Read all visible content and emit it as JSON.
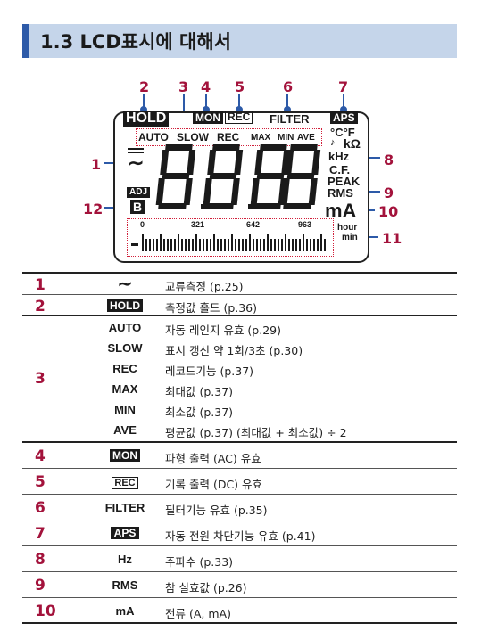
{
  "header": {
    "title": "1.3  LCD표시에 대해서"
  },
  "lcd": {
    "callouts": [
      "1",
      "2",
      "3",
      "4",
      "5",
      "6",
      "7",
      "8",
      "9",
      "10",
      "11",
      "12"
    ],
    "hold": "HOLD",
    "mon": "MON",
    "rec_box": "REC",
    "filter": "FILTER",
    "aps": "APS",
    "auto": "AUTO",
    "slow": "SLOW",
    "rec": "REC",
    "max": "MAX",
    "min": "MIN",
    "ave": "AVE",
    "temp": "°C°F",
    "kohm": "kΩ",
    "khz": "kHz",
    "cf": "C.F.",
    "peak": "PEAK",
    "rms": "RMS",
    "ma": "mA",
    "adj": "ADJ",
    "b": "B",
    "digits": "8.8.8.8",
    "scale": [
      "0",
      "321",
      "642",
      "963"
    ],
    "hour": "hour",
    "min_unit": "min",
    "ac_symbol": "∼"
  },
  "table": {
    "rows": [
      {
        "num": "1",
        "symbol": "∼",
        "desc": "교류측정 (p.25)"
      },
      {
        "num": "2",
        "symbol": "HOLD",
        "desc": "측정값 홀드 (p.36)"
      },
      {
        "num": "3",
        "symbol": "AUTO",
        "desc": "자동 레인지 유효 (p.29)"
      },
      {
        "num": "",
        "symbol": "SLOW",
        "desc": "표시 갱신 약 1회/3초 (p.30)"
      },
      {
        "num": "",
        "symbol": "REC",
        "desc": "레코드기능 (p.37)"
      },
      {
        "num": "",
        "symbol": "MAX",
        "desc": "최대값 (p.37)"
      },
      {
        "num": "",
        "symbol": "MIN",
        "desc": "최소값 (p.37)"
      },
      {
        "num": "",
        "symbol": "AVE",
        "desc": "평균값 (p.37)  (최대값 + 최소값) ÷ 2"
      },
      {
        "num": "4",
        "symbol": "MON",
        "desc": "파형 출력 (AC) 유효"
      },
      {
        "num": "5",
        "symbol": "REC",
        "desc": "기록 출력 (DC) 유효"
      },
      {
        "num": "6",
        "symbol": "FILTER",
        "desc": "필터기능 유효 (p.35)"
      },
      {
        "num": "7",
        "symbol": "APS",
        "desc": "자동 전원 차단기능 유효 (p.41)"
      },
      {
        "num": "8",
        "symbol": "Hz",
        "desc": "주파수 (p.33)"
      },
      {
        "num": "9",
        "symbol": "RMS",
        "desc": "참 실효값 (p.26)"
      },
      {
        "num": "10",
        "symbol": "mA",
        "desc": "전류 (A, mA)"
      }
    ]
  }
}
